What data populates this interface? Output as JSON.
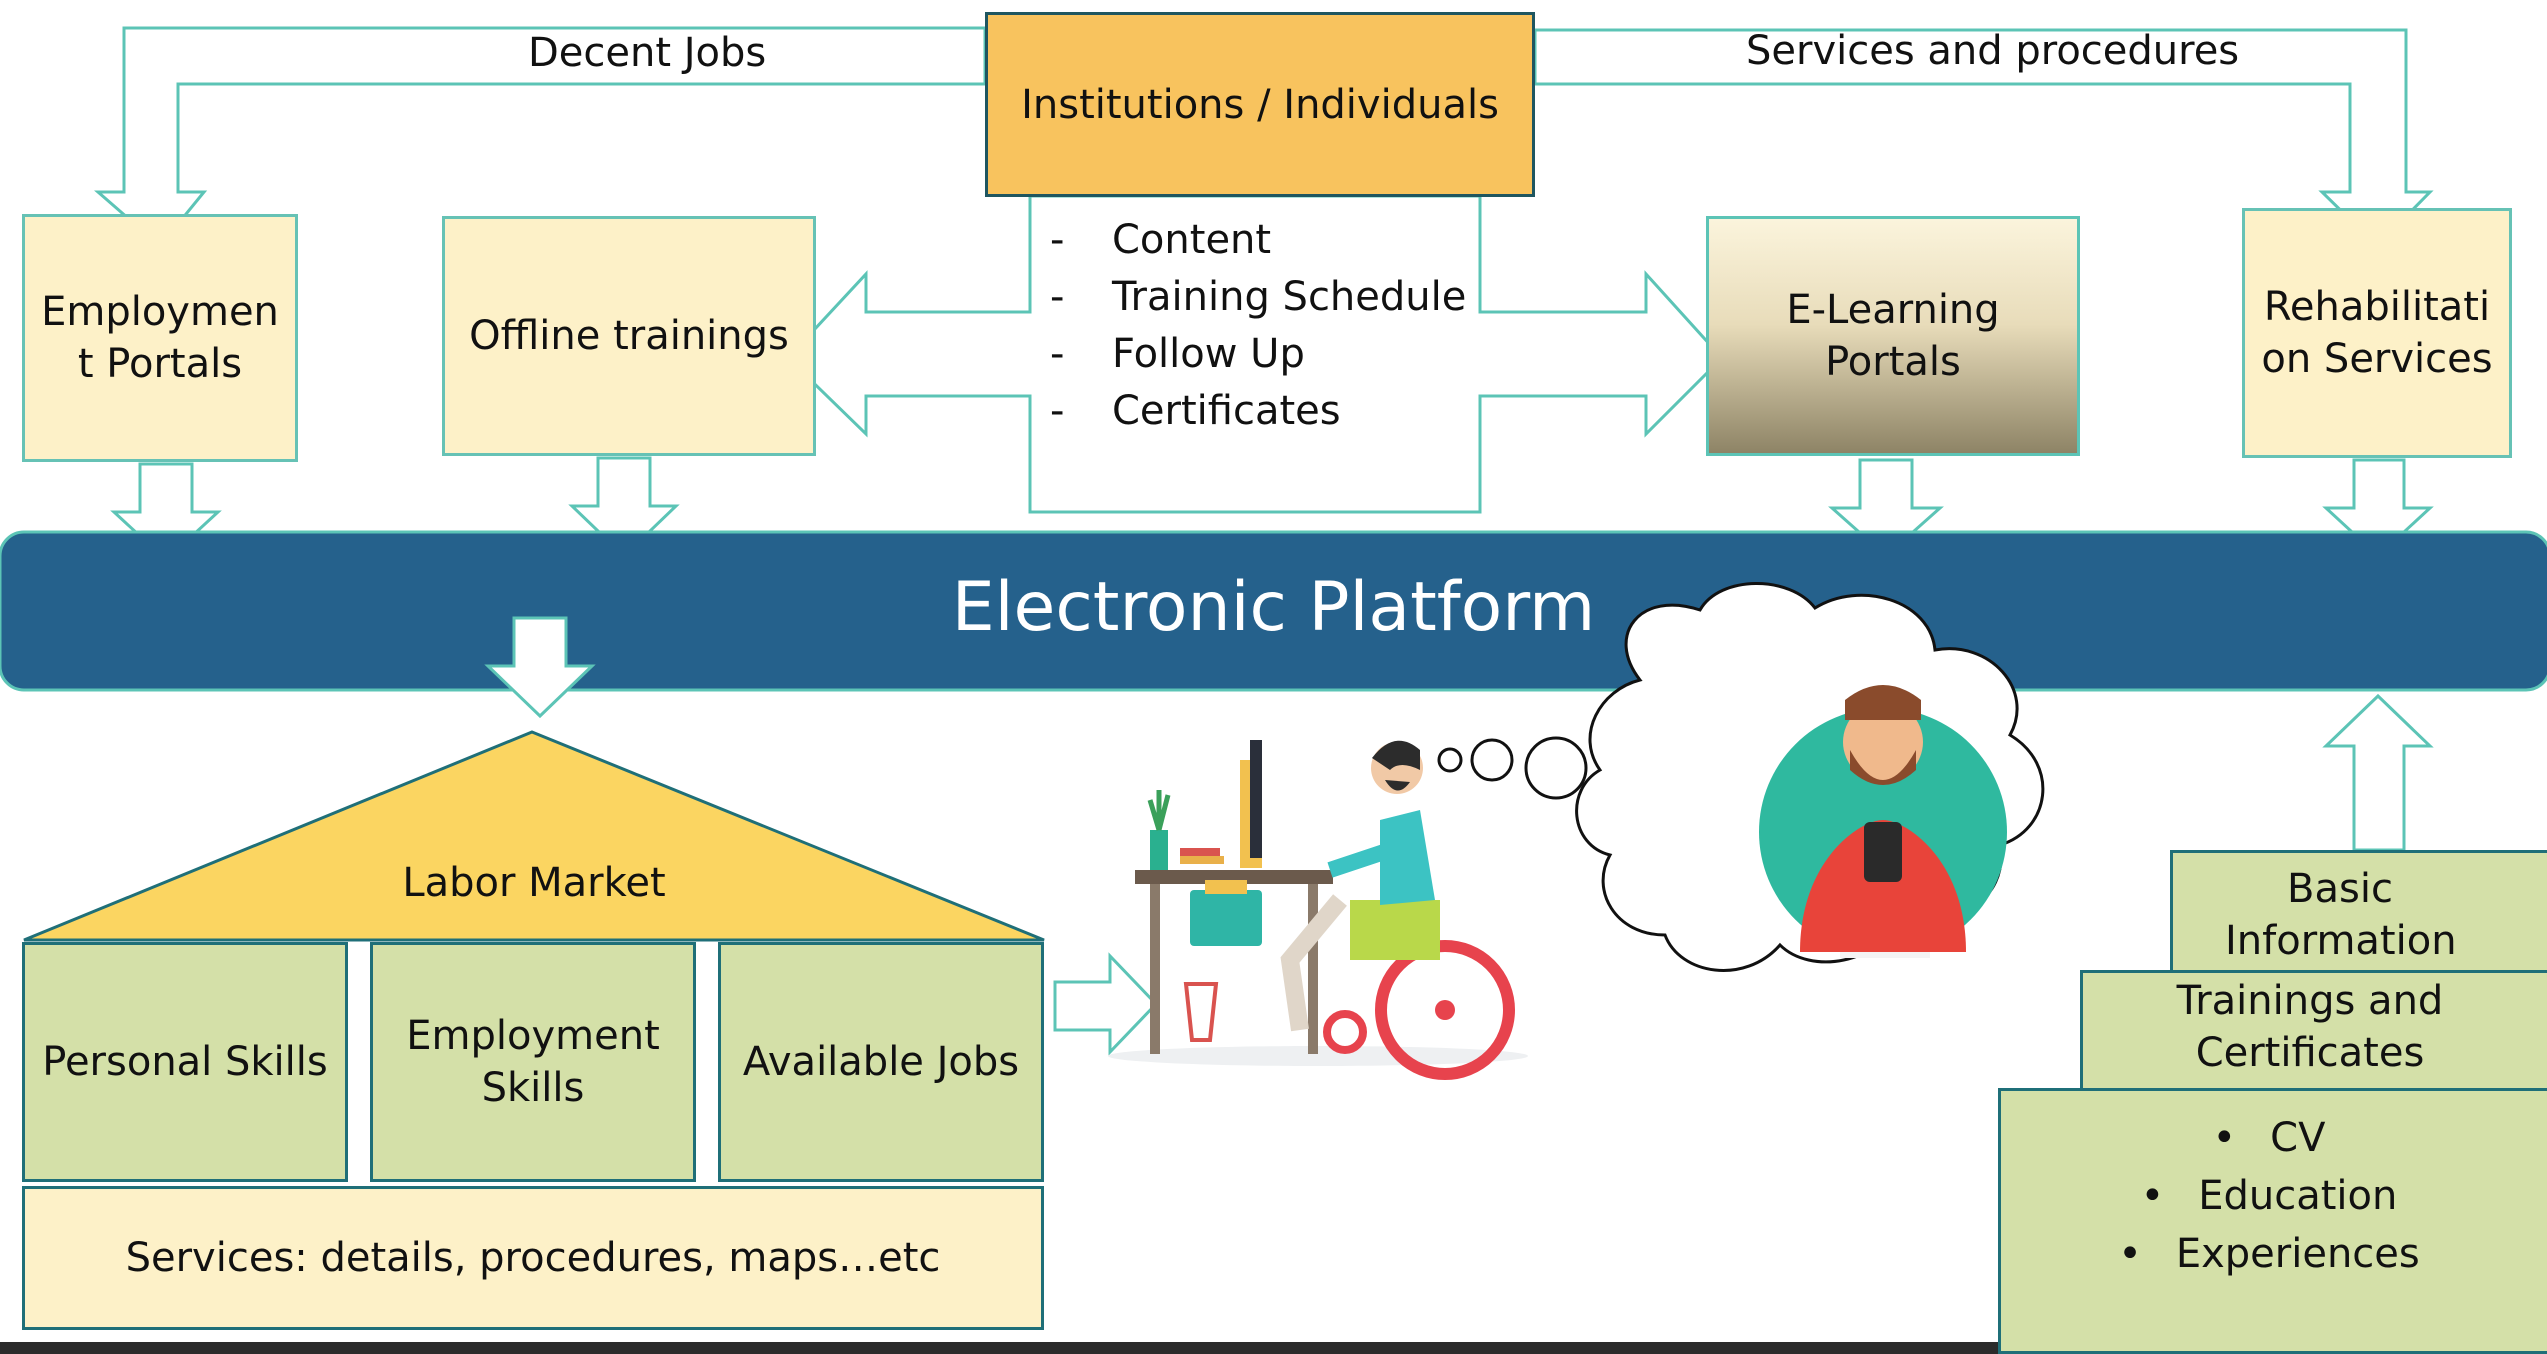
{
  "colors": {
    "platform": "#25618c",
    "orange": "#f8c35e",
    "cream": "#fdf1c8",
    "green": "#d4e0a8",
    "teal_outline": "#66c2b5",
    "roof_yellow": "#fbd561"
  },
  "top": {
    "source_box": "Institutions / Individuals",
    "label_left": "Decent Jobs",
    "label_right": "Services and procedures"
  },
  "content_list": [
    "Content",
    "Training Schedule",
    "Follow Up",
    "Certificates"
  ],
  "portals": {
    "employment": "Employmen t Portals",
    "offline": "Offline trainings",
    "elearning": "E-Learning Portals",
    "rehab": "Rehabilitati on Services"
  },
  "platform": {
    "title": "Electronic Platform"
  },
  "labor_market": {
    "roof": "Labor Market",
    "pillars": [
      "Personal Skills",
      "Employment Skills",
      "Available Jobs"
    ],
    "base": "Services: details, procedures, maps…etc"
  },
  "profile_stack": {
    "top": "Basic Information",
    "middle": "Trainings and Certificates",
    "bottom_items": [
      "CV",
      "Education",
      "Experiences"
    ]
  },
  "illustrations": {
    "wheelchair_user": "person-in-wheelchair-at-desk-illustration",
    "thought_bubble": "thought-bubble",
    "avatar": "man-with-phone-avatar"
  }
}
